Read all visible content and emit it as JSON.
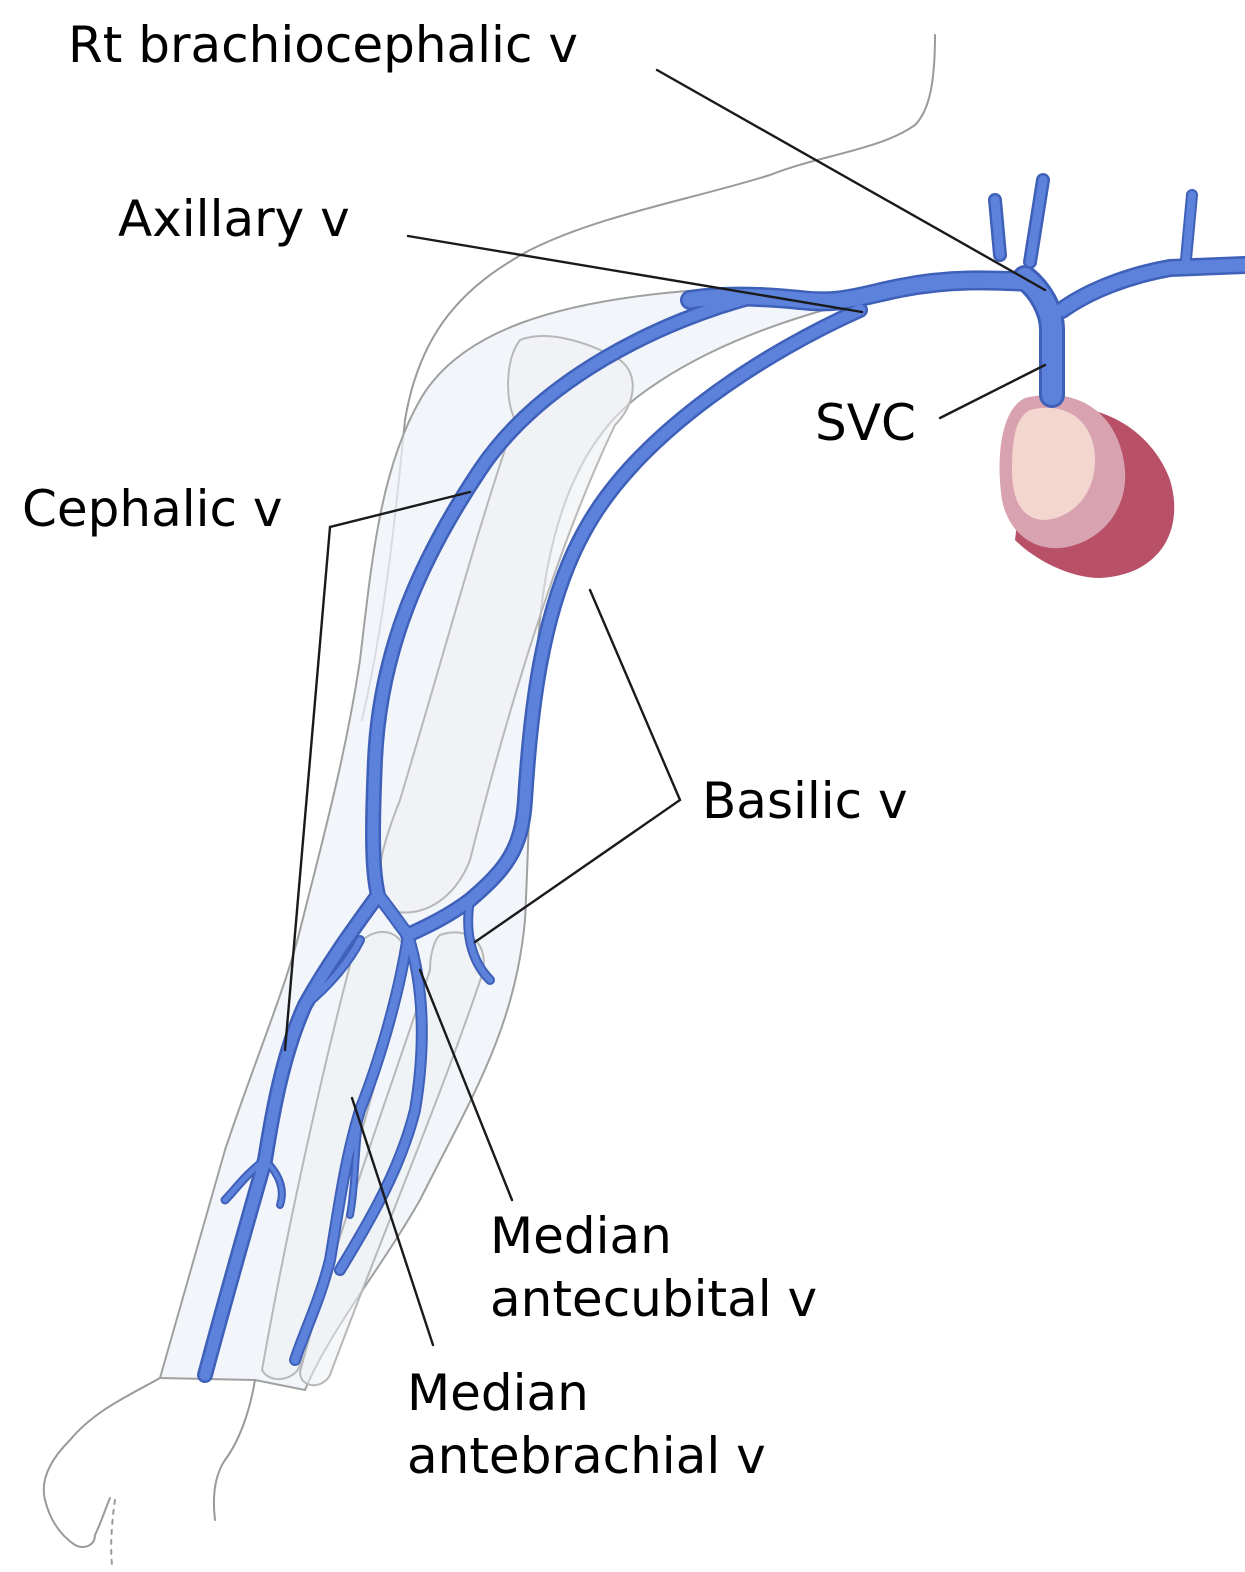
{
  "diagram": {
    "colors": {
      "vein": "#5d82dc",
      "vein_dark": "#3f60b8",
      "vein_highlight": "#7c9ce8",
      "outline": "#9a9a9a",
      "arm_fill": "#eef2f8",
      "heart_light": "#f3d7cf",
      "heart_mid": "#d8a2b0",
      "heart_dark": "#b85068",
      "leader": "#1a1a1a"
    },
    "labels": {
      "rt_brachiocephalic": "Rt brachiocephalic v",
      "axillary": "Axillary v",
      "svc": "SVC",
      "cephalic": "Cephalic v",
      "basilic": "Basilic v",
      "median_antecubital": [
        "Median",
        "antecubital v"
      ],
      "median_antebrachial": [
        "Median",
        "antebrachial v"
      ]
    }
  }
}
